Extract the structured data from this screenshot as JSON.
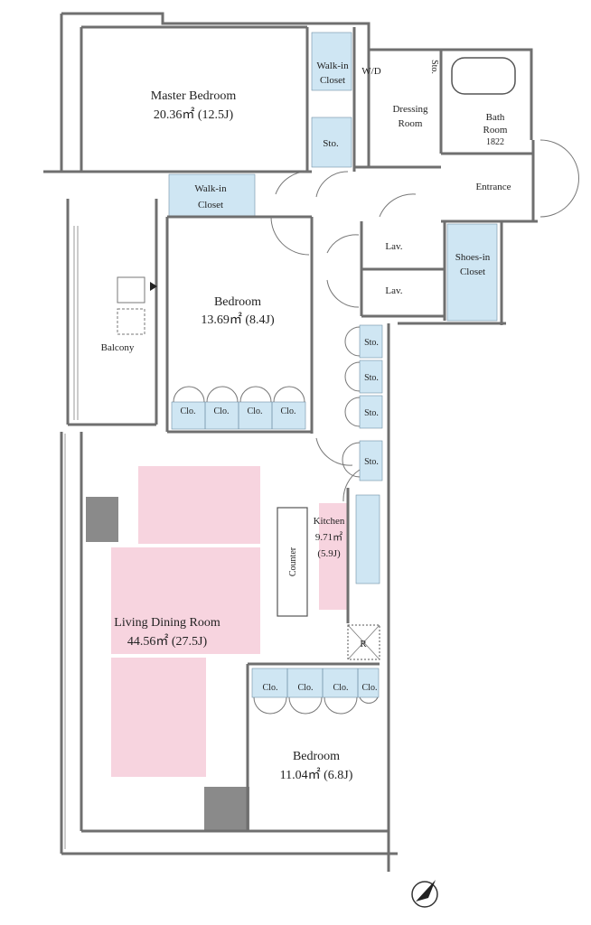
{
  "rooms": {
    "master_bedroom": {
      "name": "Master Bedroom",
      "area": "20.36㎡  (12.5J)"
    },
    "walk_in_closet_top": {
      "line1": "Walk-in",
      "line2": "Closet"
    },
    "wd": "W/D",
    "storage_top": "Sto.",
    "dressing_room": {
      "line1": "Dressing",
      "line2": "Room"
    },
    "bath_storage": "Sto.",
    "bath_room": {
      "line1": "Bath",
      "line2": "Room",
      "size": "1822"
    },
    "walk_in_closet_mid": {
      "line1": "Walk-in",
      "line2": "Closet"
    },
    "entrance": "Entrance",
    "lav1": "Lav.",
    "lav2": "Lav.",
    "shoes_closet": {
      "line1": "Shoes-in",
      "line2": "Closet"
    },
    "bedroom_mid": {
      "name": "Bedroom",
      "area": "13.69㎡  (8.4J)"
    },
    "balcony": "Balcony",
    "closets_mid": [
      "Clo.",
      "Clo.",
      "Clo.",
      "Clo."
    ],
    "sto_stack": [
      "Sto.",
      "Sto.",
      "Sto.",
      "Sto."
    ],
    "kitchen": {
      "name": "Kitchen",
      "area": "9.71㎡",
      "tatami": "(5.9J)"
    },
    "counter": "Counter",
    "fridge": "R",
    "living_dining": {
      "name": "Living Dining Room",
      "area": "44.56㎡  (27.5J)"
    },
    "closets_low": [
      "Clo.",
      "Clo.",
      "Clo.",
      "Clo."
    ],
    "bedroom_low": {
      "name": "Bedroom",
      "area": "11.04㎡  (6.8J)"
    }
  },
  "colors": {
    "wall": "#6f6f6f",
    "storage_fill": "#cfe6f3",
    "highlight_fill": "#f7d4df",
    "column_fill": "#8a8a8a"
  },
  "icons": {
    "compass": "north-arrow-icon"
  }
}
